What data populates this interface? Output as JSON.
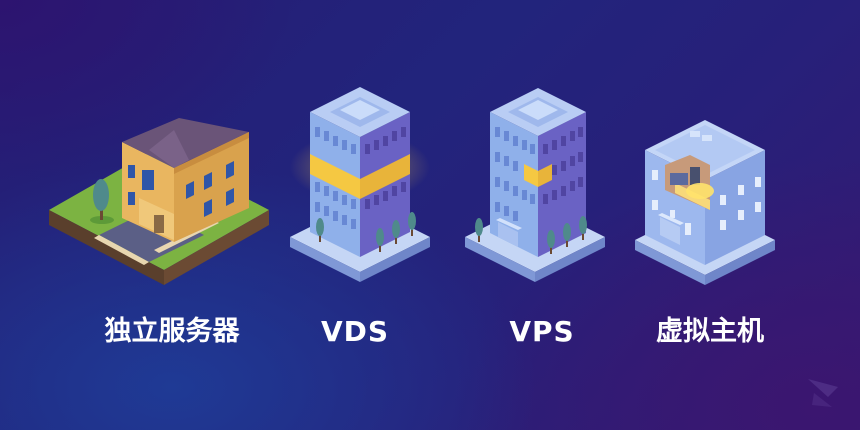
{
  "products": [
    {
      "label": "独立服务器",
      "illustration": "detached-house-icon"
    },
    {
      "label": "VDS",
      "illustration": "office-tower-glowing-floor-icon"
    },
    {
      "label": "VPS",
      "illustration": "office-tower-glowing-room-icon"
    },
    {
      "label": "虚拟主机",
      "illustration": "apartment-cutaway-room-icon"
    }
  ],
  "colors": {
    "background_start": "#2d1470",
    "background_mid": "#22247c",
    "background_end": "#3b1670",
    "label_text": "#ffffff",
    "highlight": "#f7c948",
    "building_blue": "#8fb0ea",
    "house_wall": "#e9b660",
    "house_roof": "#6a5478",
    "grass": "#7cb342"
  },
  "watermark": "logo-watermark-icon"
}
